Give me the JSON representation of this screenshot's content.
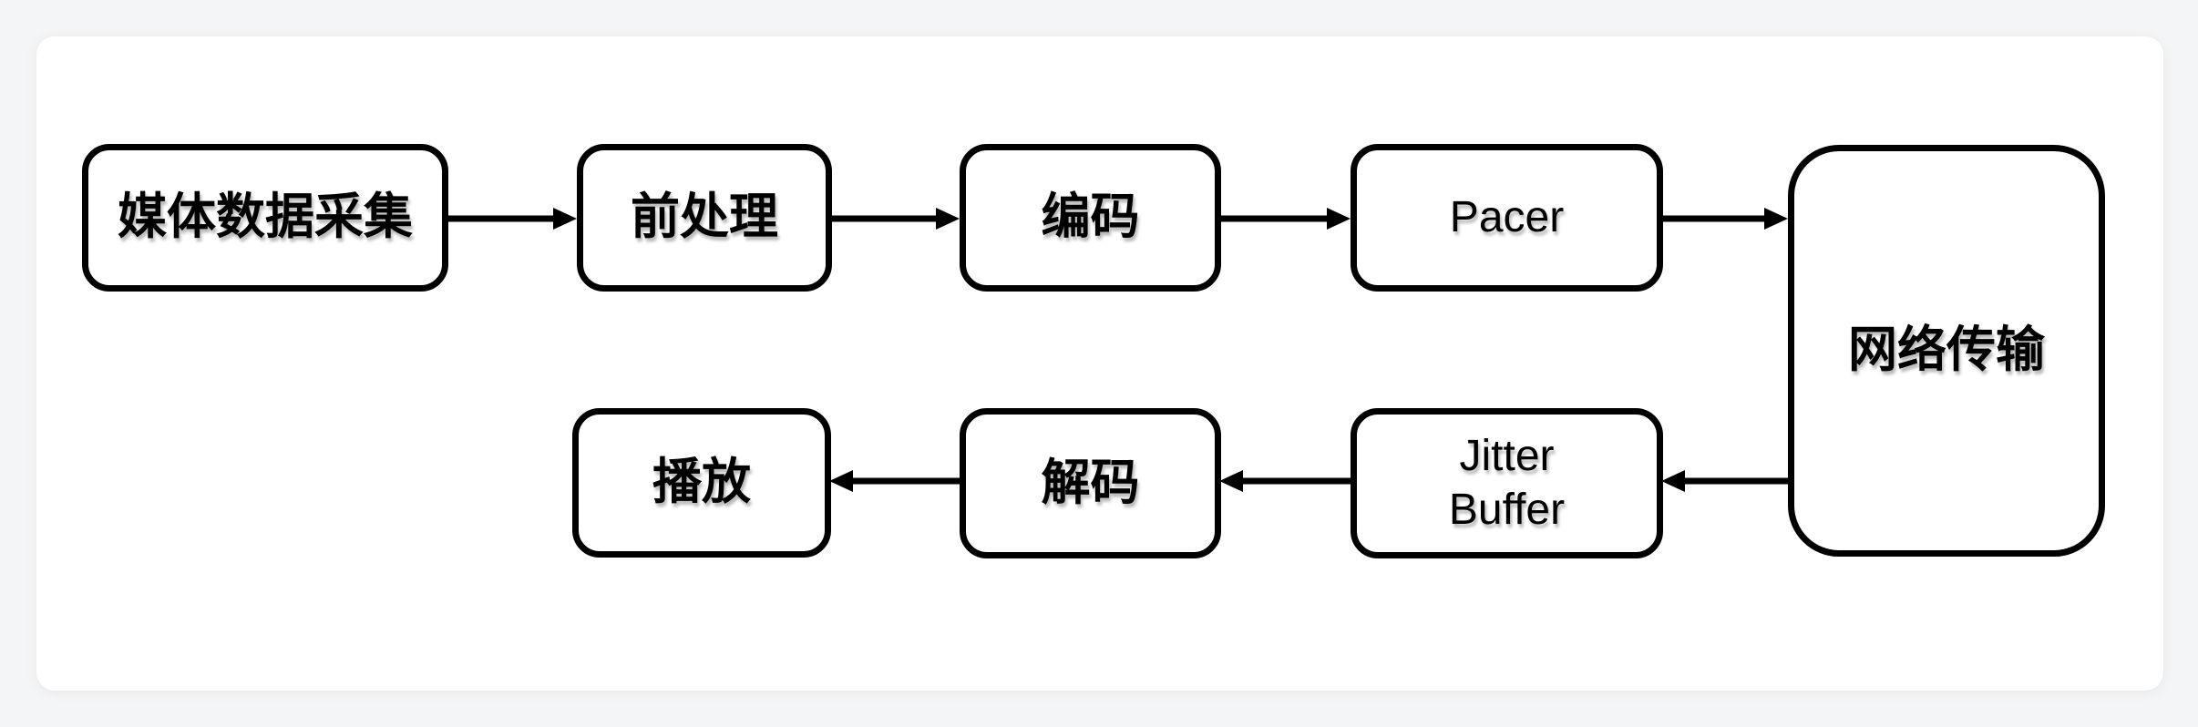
{
  "diagram": {
    "description": "Media streaming pipeline flowchart",
    "colors": {
      "page_background": "#f4f5f6",
      "canvas_fill": "#ffffff",
      "node_fill": "#ffffff",
      "stroke": "#000000",
      "text": "#000000"
    },
    "nodes": [
      {
        "id": "media-capture",
        "label": "媒体数据采集"
      },
      {
        "id": "preprocess",
        "label": "前处理"
      },
      {
        "id": "encode",
        "label": "编码"
      },
      {
        "id": "pacer",
        "label": "Pacer"
      },
      {
        "id": "network",
        "label": "网络传输"
      },
      {
        "id": "jitter-buffer",
        "label": "Jitter\nBuffer"
      },
      {
        "id": "decode",
        "label": "解码"
      },
      {
        "id": "playback",
        "label": "播放"
      }
    ],
    "edges": [
      {
        "from": "media-capture",
        "to": "preprocess",
        "direction": "right"
      },
      {
        "from": "preprocess",
        "to": "encode",
        "direction": "right"
      },
      {
        "from": "encode",
        "to": "pacer",
        "direction": "right"
      },
      {
        "from": "pacer",
        "to": "network",
        "direction": "right"
      },
      {
        "from": "network",
        "to": "jitter-buffer",
        "direction": "left"
      },
      {
        "from": "jitter-buffer",
        "to": "decode",
        "direction": "left"
      },
      {
        "from": "decode",
        "to": "playback",
        "direction": "left"
      }
    ]
  }
}
